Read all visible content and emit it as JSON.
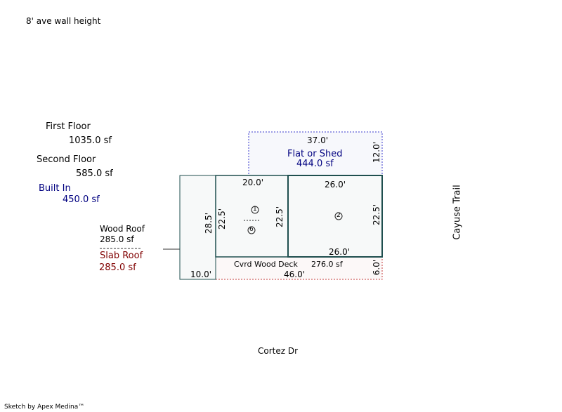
{
  "header": {
    "wall_height": "8' ave wall height"
  },
  "legend": {
    "first_floor_label": "First Floor",
    "first_floor_area": "1035.0 sf",
    "second_floor_label": "Second Floor",
    "second_floor_area": "585.0 sf",
    "built_in_label": "Built In",
    "built_in_area": "450.0 sf",
    "wood_roof_label": "Wood Roof",
    "wood_roof_area": "285.0 sf",
    "slab_roof_label": "Slab Roof",
    "slab_roof_area": "285.0 sf"
  },
  "sketch": {
    "flat_shed_label": "Flat or Shed",
    "flat_shed_area": "444.0 sf",
    "deck_label": "Cvrd Wood Deck",
    "deck_area": "276.0 sf",
    "dims": {
      "top_37": "37.0'",
      "right_12": "12.0'",
      "mid_20": "20.0'",
      "top_26": "26.0'",
      "left_28_5": "28.5'",
      "left_22_5": "22.5'",
      "mid_22_5": "22.5'",
      "right_22_5": "22.5'",
      "bottom_26": "26.0'",
      "right_6": "6.0'",
      "bottom_10": "10.0'",
      "bottom_46": "46.0'"
    },
    "marker_1": "1",
    "marker_6": "6",
    "marker_2": "2"
  },
  "streets": {
    "east": "Cayuse Trail",
    "south": "Cortez Dr"
  },
  "footer": {
    "credit": "Sketch by Apex Medina™"
  },
  "colors": {
    "wall": "#1f4f4f",
    "shed": "#3a3acc",
    "deck": "#c43a3a"
  }
}
